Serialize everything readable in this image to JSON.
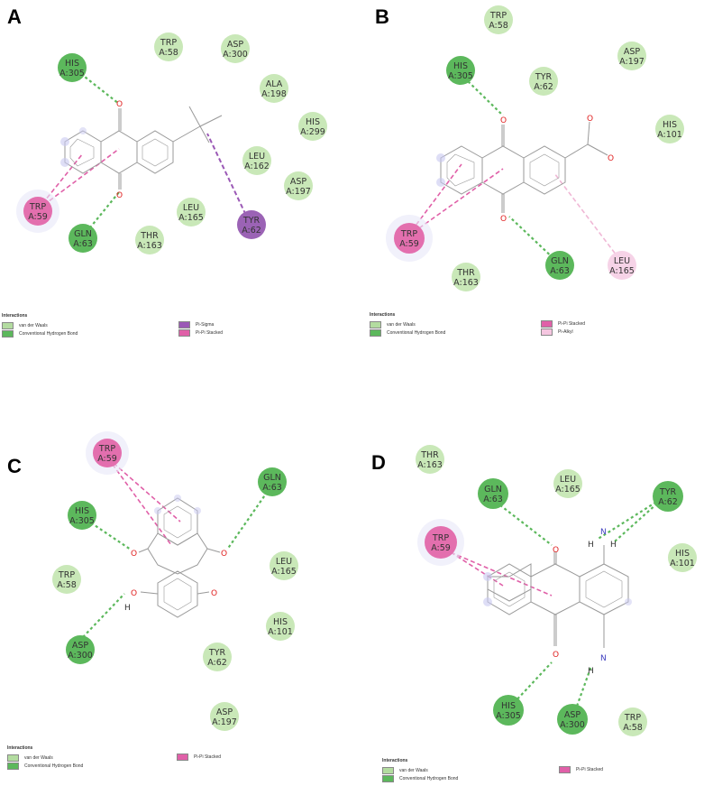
{
  "panels": {
    "A": {
      "label": "A",
      "residues": [
        {
          "id": "his305",
          "l1": "HIS",
          "l2": "A:305",
          "type": "hbond"
        },
        {
          "id": "trp58",
          "l1": "TRP",
          "l2": "A:58",
          "type": "vdw"
        },
        {
          "id": "asp300",
          "l1": "ASP",
          "l2": "A:300",
          "type": "vdw"
        },
        {
          "id": "ala198",
          "l1": "ALA",
          "l2": "A:198",
          "type": "vdw"
        },
        {
          "id": "his299",
          "l1": "HIS",
          "l2": "A:299",
          "type": "vdw"
        },
        {
          "id": "leu162",
          "l1": "LEU",
          "l2": "A:162",
          "type": "vdw"
        },
        {
          "id": "asp197",
          "l1": "ASP",
          "l2": "A:197",
          "type": "vdw"
        },
        {
          "id": "leu165",
          "l1": "LEU",
          "l2": "A:165",
          "type": "vdw"
        },
        {
          "id": "thr163",
          "l1": "THR",
          "l2": "A:163",
          "type": "vdw"
        },
        {
          "id": "gln63",
          "l1": "GLN",
          "l2": "A:63",
          "type": "hbond"
        },
        {
          "id": "trp59",
          "l1": "TRP",
          "l2": "A:59",
          "type": "pipi"
        },
        {
          "id": "tyr62",
          "l1": "TYR",
          "l2": "A:62",
          "type": "pisigma"
        }
      ],
      "legend": {
        "title": "Interactions",
        "items": [
          {
            "label": "van der Waals",
            "color": "#b3dca0"
          },
          {
            "label": "Conventional Hydrogen Bond",
            "color": "#5cb85c"
          },
          {
            "label": "Pi-Sigma",
            "color": "#9b59b6"
          },
          {
            "label": "Pi-Pi Stacked",
            "color": "#e060a8"
          }
        ]
      }
    },
    "B": {
      "label": "B",
      "residues": [
        {
          "id": "trp58",
          "l1": "TRP",
          "l2": "A:58",
          "type": "vdw"
        },
        {
          "id": "his305",
          "l1": "HIS",
          "l2": "A:305",
          "type": "hbond"
        },
        {
          "id": "tyr62",
          "l1": "TYR",
          "l2": "A:62",
          "type": "vdw"
        },
        {
          "id": "asp197",
          "l1": "ASP",
          "l2": "A:197",
          "type": "vdw"
        },
        {
          "id": "his101",
          "l1": "HIS",
          "l2": "A:101",
          "type": "vdw"
        },
        {
          "id": "trp59",
          "l1": "TRP",
          "l2": "A:59",
          "type": "pipi"
        },
        {
          "id": "gln63",
          "l1": "GLN",
          "l2": "A:63",
          "type": "hbond"
        },
        {
          "id": "leu165",
          "l1": "LEU",
          "l2": "A:165",
          "type": "pialkyl"
        },
        {
          "id": "thr163",
          "l1": "THR",
          "l2": "A:163",
          "type": "vdw"
        }
      ],
      "legend": {
        "title": "Interactions",
        "items": [
          {
            "label": "van der Waals",
            "color": "#b3dca0"
          },
          {
            "label": "Conventional Hydrogen Bond",
            "color": "#5cb85c"
          },
          {
            "label": "Pi-Pi Stacked",
            "color": "#e060a8"
          },
          {
            "label": "Pi-Alkyl",
            "color": "#f5c6e0"
          }
        ]
      }
    },
    "C": {
      "label": "C",
      "residues": [
        {
          "id": "trp59",
          "l1": "TRP",
          "l2": "A:59",
          "type": "pipi"
        },
        {
          "id": "gln63",
          "l1": "GLN",
          "l2": "A:63",
          "type": "hbond"
        },
        {
          "id": "his305",
          "l1": "HIS",
          "l2": "A:305",
          "type": "hbond"
        },
        {
          "id": "leu165",
          "l1": "LEU",
          "l2": "A:165",
          "type": "vdw"
        },
        {
          "id": "trp58",
          "l1": "TRP",
          "l2": "A:58",
          "type": "vdw"
        },
        {
          "id": "his101",
          "l1": "HIS",
          "l2": "A:101",
          "type": "vdw"
        },
        {
          "id": "asp300",
          "l1": "ASP",
          "l2": "A:300",
          "type": "hbond"
        },
        {
          "id": "tyr62",
          "l1": "TYR",
          "l2": "A:62",
          "type": "vdw"
        },
        {
          "id": "asp197",
          "l1": "ASP",
          "l2": "A:197",
          "type": "vdw"
        }
      ],
      "legend": {
        "title": "Interactions",
        "items": [
          {
            "label": "van der Waals",
            "color": "#b3dca0"
          },
          {
            "label": "Conventional Hydrogen Bond",
            "color": "#5cb85c"
          },
          {
            "label": "Pi-Pi Stacked",
            "color": "#e060a8"
          }
        ]
      }
    },
    "D": {
      "label": "D",
      "residues": [
        {
          "id": "thr163",
          "l1": "THR",
          "l2": "A:163",
          "type": "vdw"
        },
        {
          "id": "gln63",
          "l1": "GLN",
          "l2": "A:63",
          "type": "hbond"
        },
        {
          "id": "leu165",
          "l1": "LEU",
          "l2": "A:165",
          "type": "vdw"
        },
        {
          "id": "tyr62",
          "l1": "TYR",
          "l2": "A:62",
          "type": "hbond"
        },
        {
          "id": "trp59",
          "l1": "TRP",
          "l2": "A:59",
          "type": "pipi"
        },
        {
          "id": "his101",
          "l1": "HIS",
          "l2": "A:101",
          "type": "vdw"
        },
        {
          "id": "his305",
          "l1": "HIS",
          "l2": "A:305",
          "type": "hbond"
        },
        {
          "id": "asp300",
          "l1": "ASP",
          "l2": "A:300",
          "type": "hbond"
        },
        {
          "id": "trp58",
          "l1": "TRP",
          "l2": "A:58",
          "type": "vdw"
        }
      ],
      "legend": {
        "title": "Interactions",
        "items": [
          {
            "label": "van der Waals",
            "color": "#b3dca0"
          },
          {
            "label": "Conventional Hydrogen Bond",
            "color": "#5cb85c"
          },
          {
            "label": "Pi-Pi Stacked",
            "color": "#e060a8"
          }
        ]
      }
    }
  },
  "atoms": {
    "oxygen": "O",
    "nitrogen": "N",
    "hydrogen": "H"
  },
  "colors": {
    "vdw_fill": "#c9e8b8",
    "hbond_fill": "#5cb85c",
    "pipi_fill": "#e36fae",
    "pisigma_fill": "#9b63b5",
    "pialkyl_fill": "#f6d3e7",
    "hbond_line": "#5cb85c",
    "pipi_line": "#e060a8",
    "pisigma_line": "#9b59b6",
    "pialkyl_line": "#f0b8d6",
    "oxygen": "#e02020",
    "nitrogen": "#4040c0",
    "bond": "#999999"
  }
}
